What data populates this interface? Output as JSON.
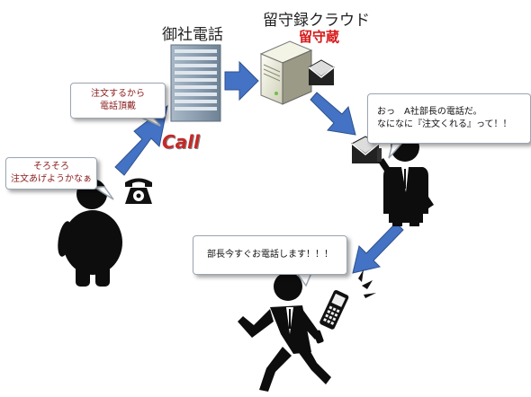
{
  "labels": {
    "company_phone": "御社電話",
    "cloud_service": "留守録クラウド",
    "brand": "留守蔵",
    "call": "Call"
  },
  "bubbles": {
    "customer_thought": [
      "そろそろ",
      "注文あげようかなぁ"
    ],
    "customer_call": [
      "注文するから",
      "電話頂戴"
    ],
    "manager_thought": [
      "おっ　A社部長の電話だ。",
      "なになに『注文くれる』って！！"
    ],
    "employee_reply": [
      "部長今すぐお電話します！！！"
    ]
  },
  "colors": {
    "arrow": "#4472c4",
    "brand_red": "#d81b1b"
  },
  "icons": [
    "building-icon",
    "server-icon",
    "envelope-icon",
    "telephone-icon",
    "mobile-phone-icon",
    "person-icon",
    "businessman-icon",
    "running-businessman-icon"
  ]
}
